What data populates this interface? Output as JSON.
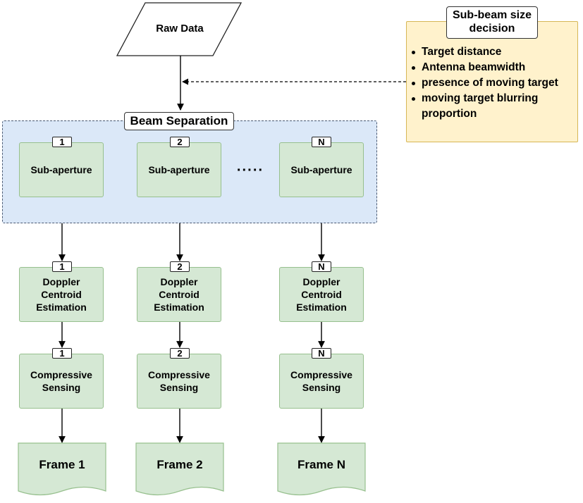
{
  "raw_data": "Raw Data",
  "beam_separation": "Beam Separation",
  "note": {
    "title_line1": "Sub-beam size",
    "title_line2": "decision",
    "items": [
      "Target distance",
      "Antenna beamwidth",
      "presence of moving target",
      "moving target blurring",
      "proportion"
    ]
  },
  "ellipsis": "·····",
  "columns": [
    {
      "tag": "1",
      "sub_aperture": "Sub-aperture",
      "doppler": [
        "Doppler",
        "Centroid",
        "Estimation"
      ],
      "cs": [
        "Compressive",
        "Sensing"
      ],
      "frame": "Frame 1"
    },
    {
      "tag": "2",
      "sub_aperture": "Sub-aperture",
      "doppler": [
        "Doppler",
        "Centroid",
        "Estimation"
      ],
      "cs": [
        "Compressive",
        "Sensing"
      ],
      "frame": "Frame 2"
    },
    {
      "tag": "N",
      "sub_aperture": "Sub-aperture",
      "doppler": [
        "Doppler",
        "Centroid",
        "Estimation"
      ],
      "cs": [
        "Compressive",
        "Sensing"
      ],
      "frame": "Frame N"
    }
  ],
  "colors": {
    "box_fill": "#d5e8d4",
    "box_border": "#97c08e",
    "group_fill": "#dbe8f8",
    "note_fill": "#fff2cc",
    "note_border": "#d6b656"
  }
}
